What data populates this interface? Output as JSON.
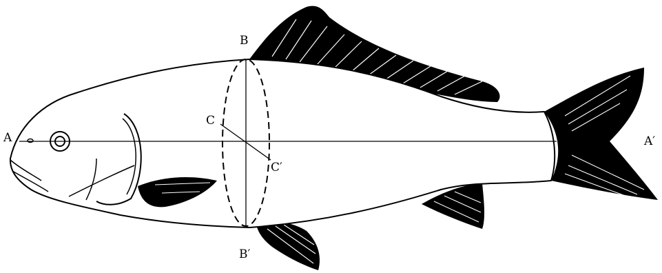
{
  "diagram": {
    "labels": {
      "a": "A",
      "a_prime": "A′",
      "b": "B",
      "b_prime": "B′",
      "c": "C",
      "c_prime": "C′"
    },
    "colors": {
      "ink": "#000000",
      "background": "#ffffff"
    }
  }
}
